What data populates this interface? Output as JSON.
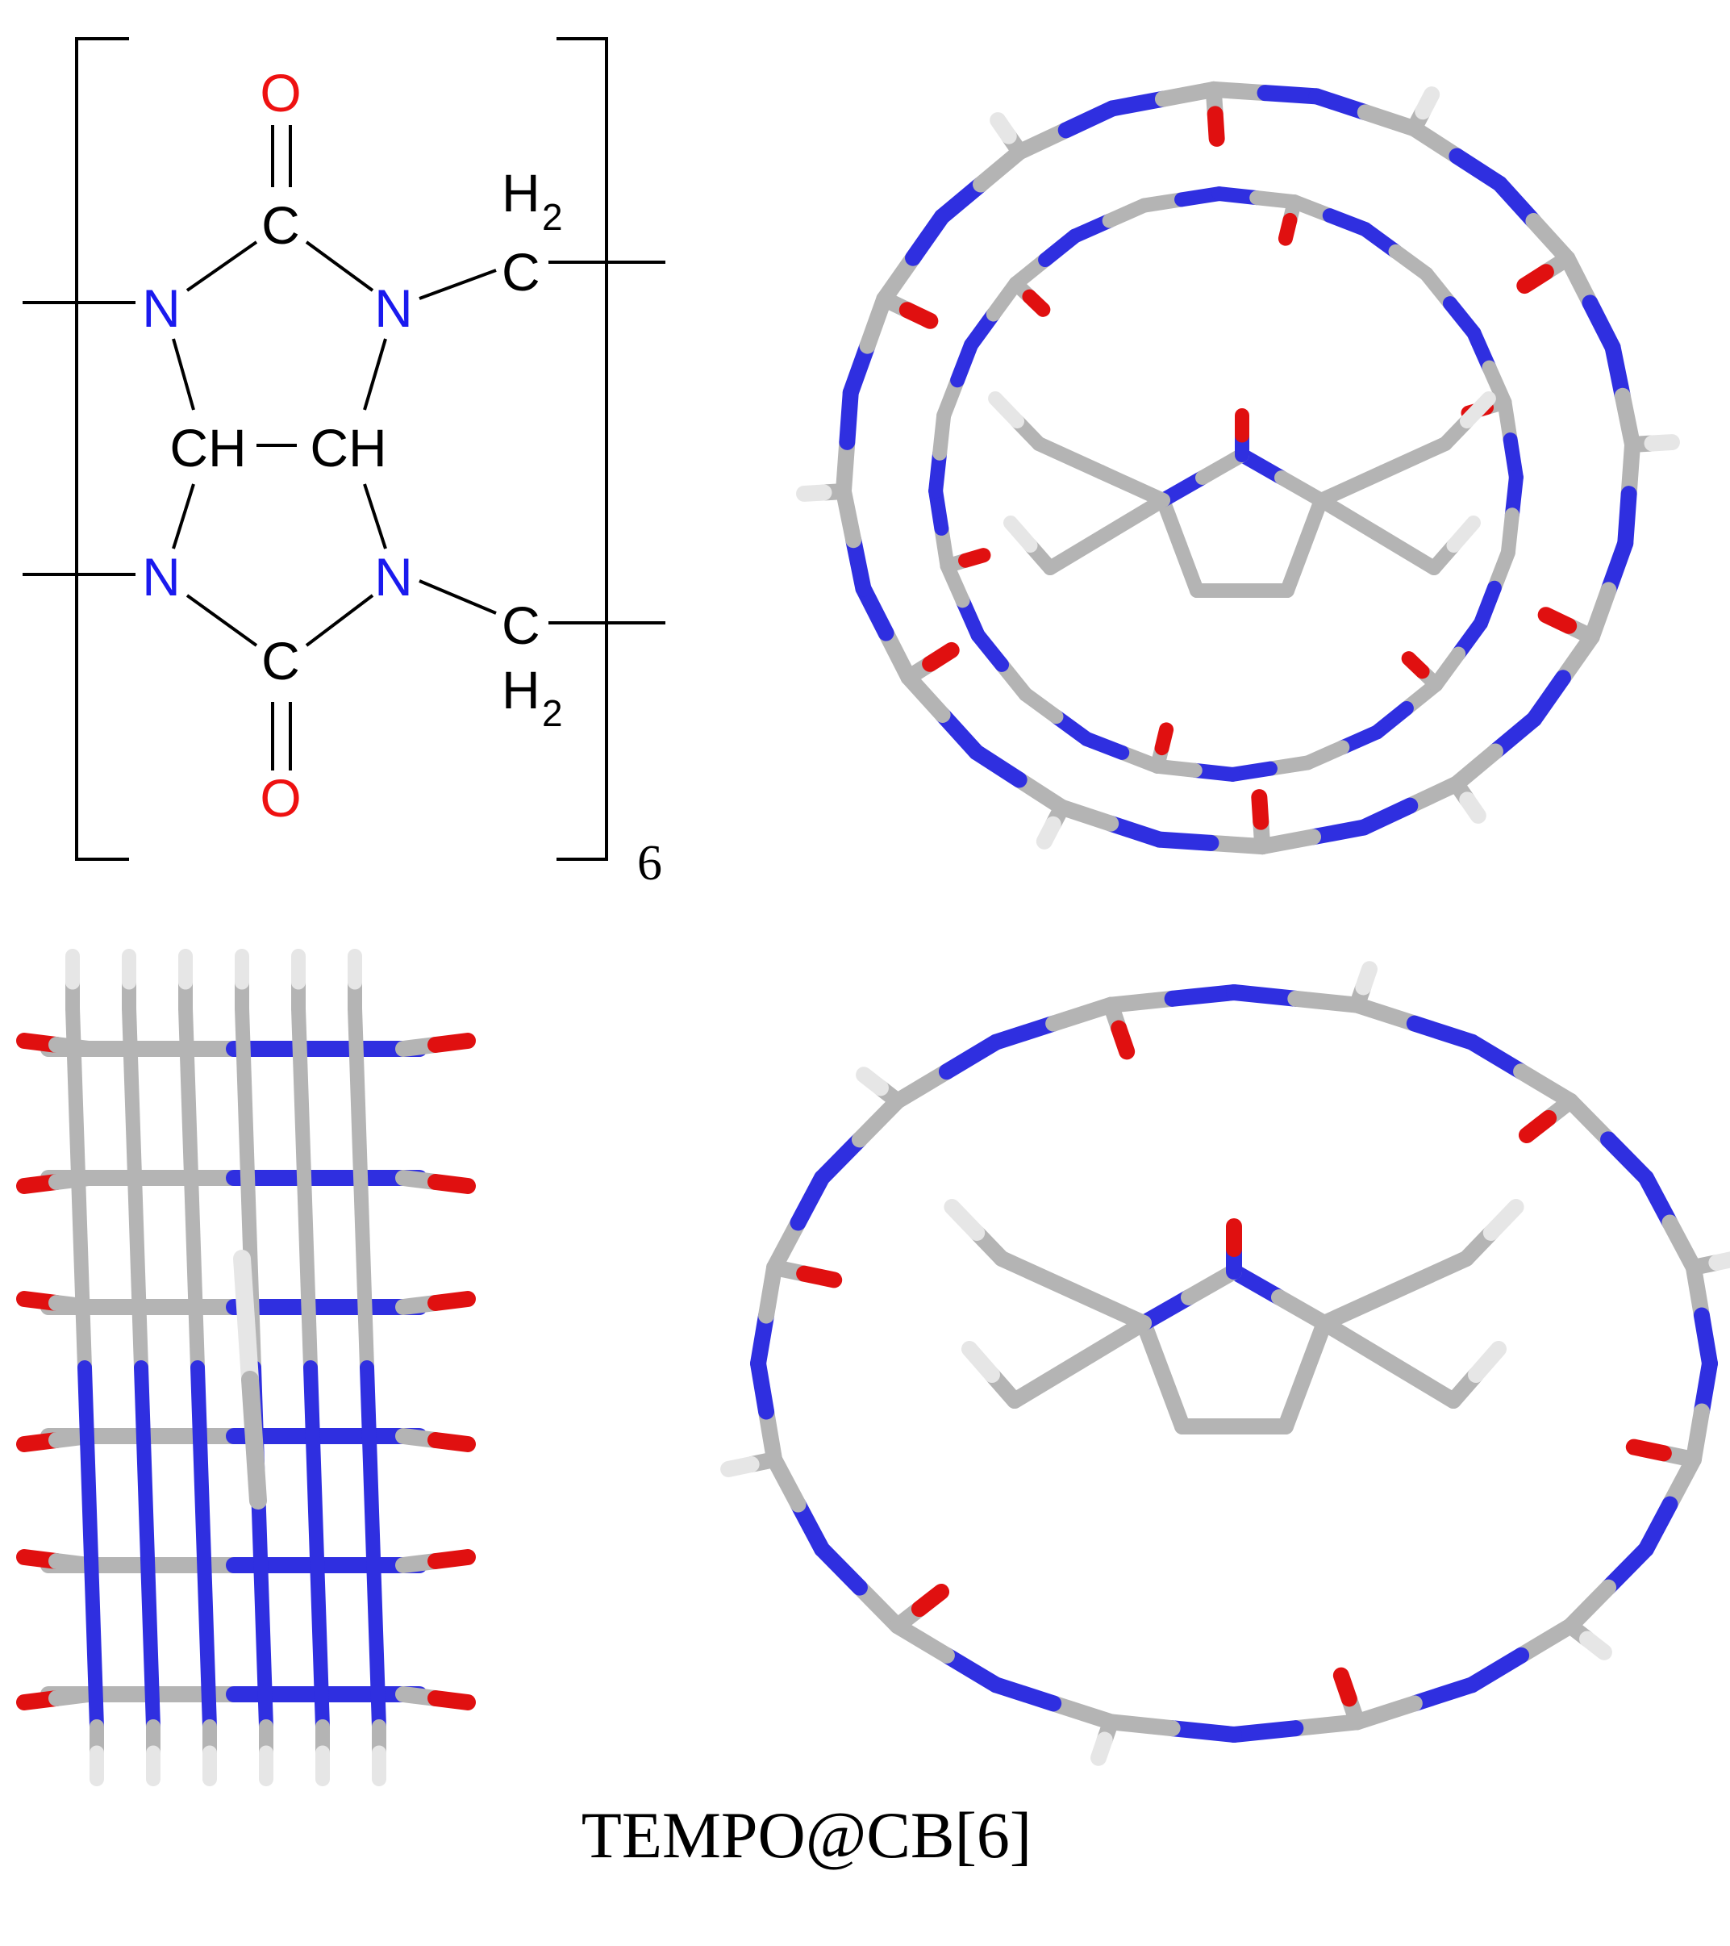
{
  "structure": {
    "repeat_count": "6",
    "atoms": {
      "o_top": "O",
      "c_top": "C",
      "n_upper_left": "N",
      "n_upper_right": "N",
      "ch_left": "CH",
      "ch_right": "CH",
      "n_lower_left": "N",
      "n_lower_right": "N",
      "c_bottom": "C",
      "o_bottom": "O",
      "ch2_top_c": "C",
      "ch2_top_h": "H",
      "ch2_top_sub": "2",
      "ch2_bottom_c": "C",
      "ch2_bottom_h": "H",
      "ch2_bottom_sub": "2"
    }
  },
  "caption": "TEMPO@CB[6]",
  "colors": {
    "carbon_bond": "#b4b4b4",
    "nitrogen": "#2f2fe0",
    "oxygen": "#e01010",
    "hydrogen": "#e6e6e6",
    "text_black": "#000000",
    "text_blue": "#1a1aee",
    "text_red": "#ee1111"
  }
}
